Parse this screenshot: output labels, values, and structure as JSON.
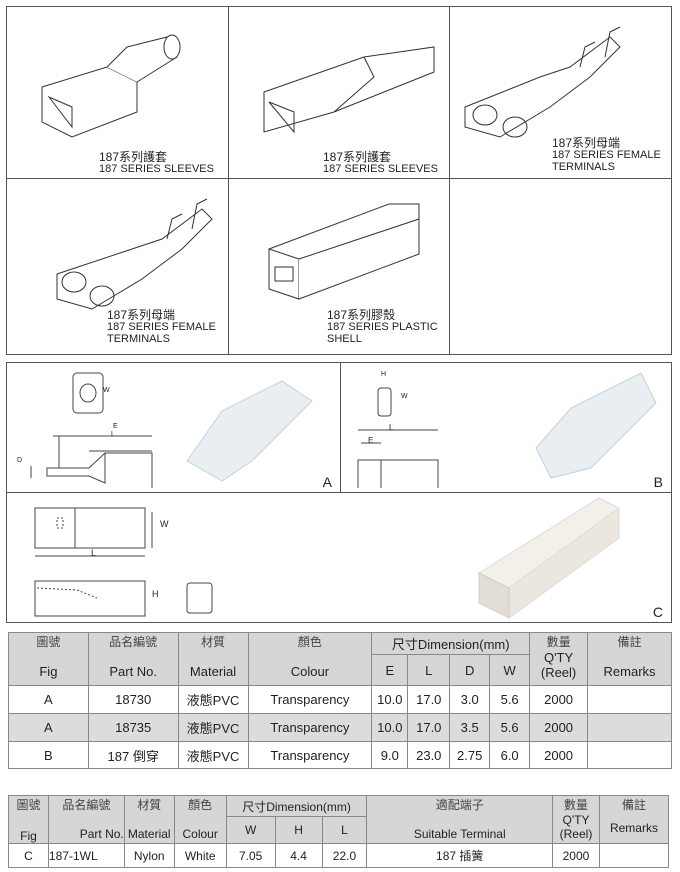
{
  "products": [
    {
      "cn": "187系列護套",
      "en": "187 SERIES SLEEVES"
    },
    {
      "cn": "187系列護套",
      "en": "187 SERIES SLEEVES"
    },
    {
      "cn": "187系列母端",
      "en": "187 SERIES FEMALE TERMINALS"
    },
    {
      "cn": "187系列母端",
      "en": "187 SERIES FEMALE TERMINALS"
    },
    {
      "cn": "187系列膠殼",
      "en": "187 SERIES PLASTIC SHELL"
    }
  ],
  "drawings": {
    "fig_a": "A",
    "fig_b": "B",
    "fig_c": "C",
    "dim_labels": {
      "w": "W",
      "e": "E",
      "l": "L",
      "d": "D",
      "h": "H"
    }
  },
  "table1": {
    "headers": {
      "fig_cn": "圖號",
      "fig_en": "Fig",
      "part_cn": "品名編號",
      "part_en": "Part No.",
      "material_cn": "材質",
      "material_en": "Material",
      "colour_cn": "顏色",
      "colour_en": "Colour",
      "dimension": "尺寸Dimension(mm)",
      "e": "E",
      "l": "L",
      "d": "D",
      "w": "W",
      "qty_cn": "數量",
      "qty_en": "Q'TY (Reel)",
      "remarks_cn": "備註",
      "remarks_en": "Remarks"
    },
    "rows": [
      {
        "fig": "A",
        "part": "18730",
        "material": "液態PVC",
        "colour": "Transparency",
        "e": "10.0",
        "l": "17.0",
        "d": "3.0",
        "w": "5.6",
        "qty": "2000",
        "remarks": ""
      },
      {
        "fig": "A",
        "part": "18735",
        "material": "液態PVC",
        "colour": "Transparency",
        "e": "10.0",
        "l": "17.0",
        "d": "3.5",
        "w": "5.6",
        "qty": "2000",
        "remarks": ""
      },
      {
        "fig": "B",
        "part": "187  倒穿",
        "material": "液態PVC",
        "colour": "Transparency",
        "e": "9.0",
        "l": "23.0",
        "d": "2.75",
        "w": "6.0",
        "qty": "2000",
        "remarks": ""
      }
    ]
  },
  "table2": {
    "headers": {
      "fig_cn": "圖號",
      "fig_en": "Fig",
      "part_cn": "品名編號",
      "part_en": "Part No.",
      "material_cn": "材質",
      "material_en": "Material",
      "colour_cn": "顏色",
      "colour_en": "Colour",
      "dimension": "尺寸Dimension(mm)",
      "w": "W",
      "h": "H",
      "l": "L",
      "terminal_cn": "適配端子",
      "terminal_en": "Suitable Terminal",
      "qty_cn": "數量",
      "qty_en": "Q'TY (Reel)",
      "remarks_cn": "備註",
      "remarks_en": "Remarks"
    },
    "rows": [
      {
        "fig": "C",
        "part": "187-1WL",
        "material": "Nylon",
        "colour": "White",
        "w": "7.05",
        "h": "4.4",
        "l": "22.0",
        "terminal": "187 插簧",
        "qty": "2000",
        "remarks": ""
      }
    ]
  }
}
